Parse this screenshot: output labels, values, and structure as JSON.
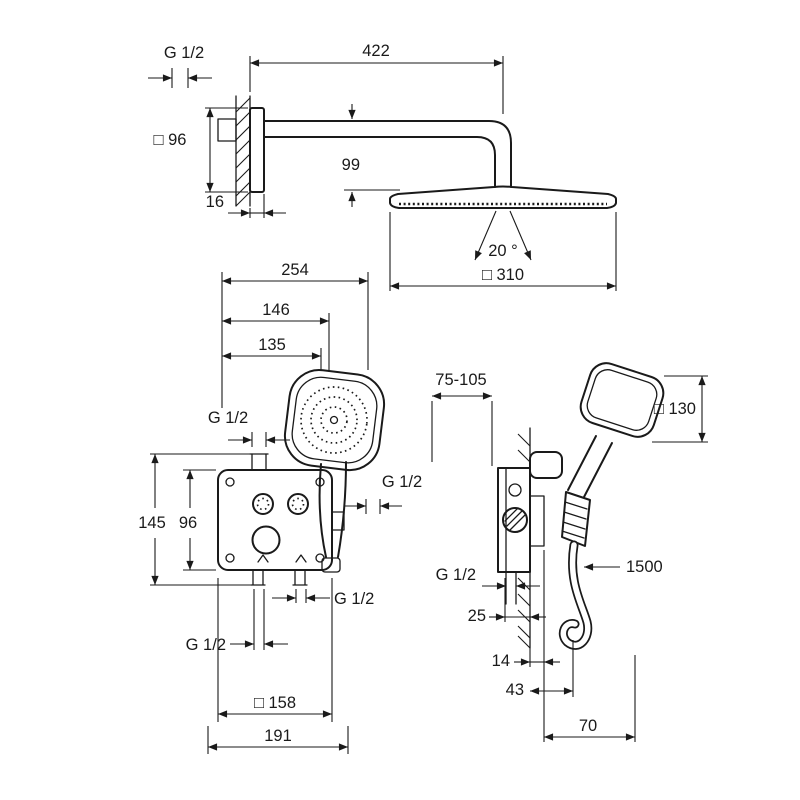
{
  "palette": {
    "ink": "#1a1a1a",
    "paper": "#ffffff"
  },
  "views": {
    "head": {
      "thread": "G 1/2",
      "flange_size": "□ 96",
      "wall_offset": "16",
      "arm_reach": "422",
      "drop": "99",
      "spray_angle": "20 °",
      "head_size": "□ 310"
    },
    "front": {
      "width_overall": "254",
      "width_mid": "146",
      "width_inner": "135",
      "thread_top": "G 1/2",
      "height_overall": "145",
      "height_box": "96",
      "thread_side": "G 1/2",
      "thread_bottom_right": "G 1/2",
      "thread_bottom_left": "G 1/2",
      "plate_size": "□ 158",
      "width_lower": "191"
    },
    "side": {
      "depth_range": "75-105",
      "handshower_size": "□ 130",
      "thread_bottom": "G 1/2",
      "hose_length": "1500",
      "depth_box": "25",
      "depth_trim": "14",
      "depth_holder": "43",
      "offset_handshower": "70"
    }
  }
}
